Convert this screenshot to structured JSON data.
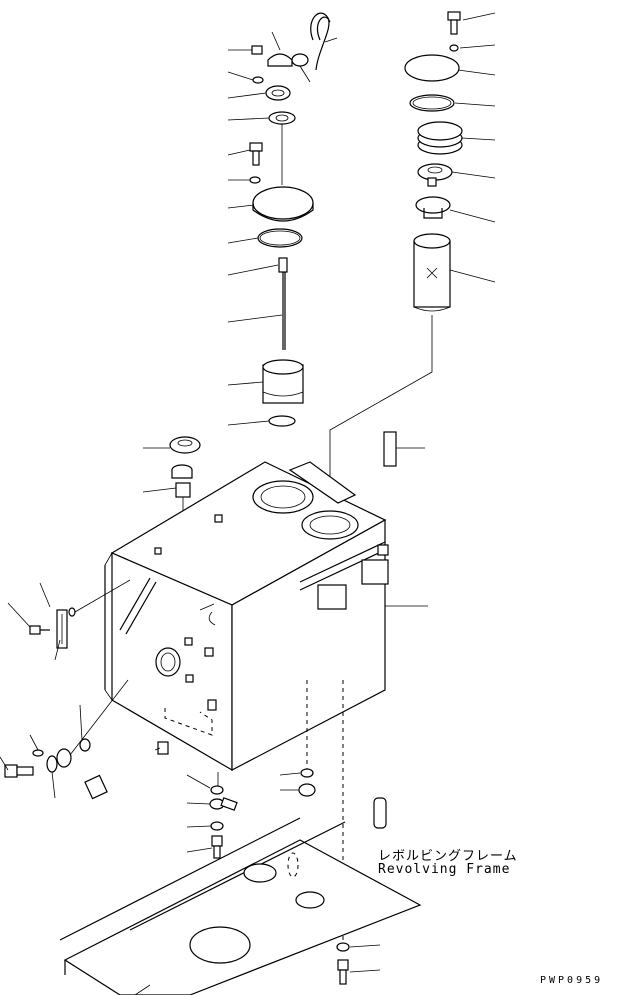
{
  "labels": {
    "revolving_frame_jp": "レボルビングフレーム",
    "revolving_frame_en": "Revolving Frame",
    "drawing_code": "PWP0959"
  },
  "colors": {
    "ink": "#000000",
    "paper": "#ffffff"
  }
}
